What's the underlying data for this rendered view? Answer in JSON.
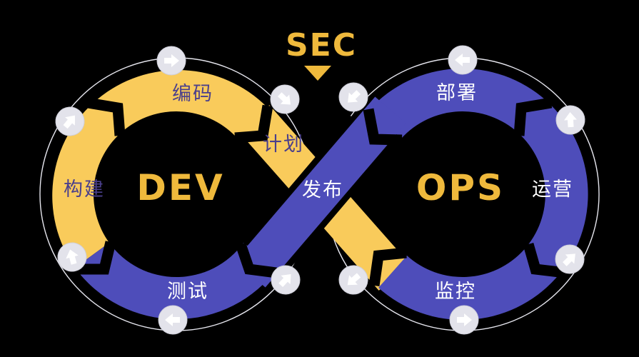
{
  "header": {
    "title": "SEC"
  },
  "left_loop": {
    "center": "DEV",
    "top": "编码",
    "left": "构建",
    "bottom": "测试",
    "crossing": "计划"
  },
  "right_loop": {
    "center": "OPS",
    "top": "部署",
    "right": "运营",
    "bottom": "监控",
    "crossing": "发布"
  },
  "colors": {
    "background": "#000000",
    "yellow": "#F9CB5B",
    "blue": "#4E4DBA",
    "gold": "#EFB93C",
    "dark_label": "#4A3F8C",
    "white_label": "#FFFFFF",
    "outline_circle": "#E6E6EE",
    "ball_fill": "#E3E3EB",
    "ball_edge": "#CFCFDA",
    "ball_arrow": "#FFFFFF"
  }
}
